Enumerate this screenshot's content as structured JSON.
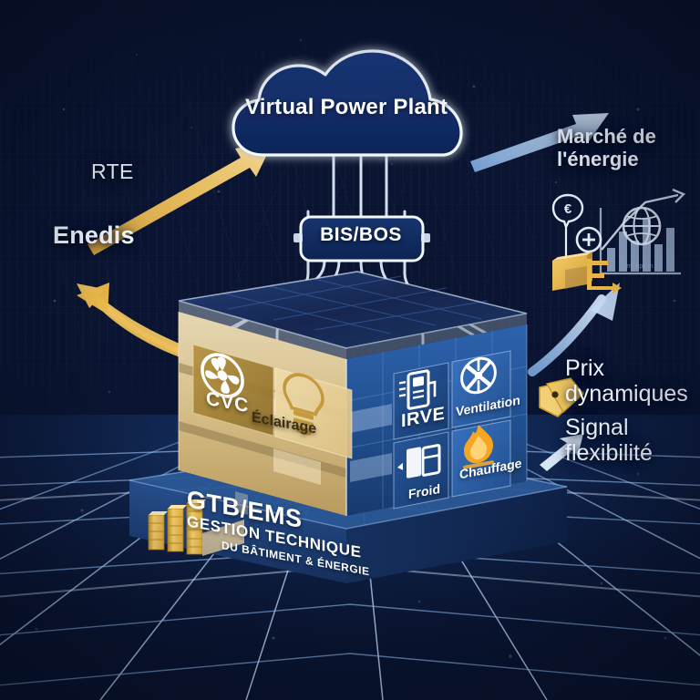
{
  "scene": {
    "title": "Virtual Power Plant",
    "bg_top": "#050c22",
    "bg_mid": "#102a5e",
    "bg_bottom": "#0e2a5c",
    "grid_line_color": "#7fb4f5",
    "gold": "#e8b martin",
    "gold_color": "#e9b84a",
    "blue_accent": "#b9d4f5"
  },
  "cloud": {
    "label": "Virtual Power\nPlant",
    "fill": "#132d68",
    "stroke": "#ffffff"
  },
  "controller": {
    "label": "BIS/BOS",
    "fill": "#0f2a63",
    "stroke": "#ffffff"
  },
  "left_labels": {
    "rte": "RTE",
    "enedis": "Enedis"
  },
  "right_labels": {
    "market": "Marché de\nl'énergie",
    "dynamic_prices": "Prix\ndynamiques",
    "flex_signal": "Signal\nflexibilité"
  },
  "building": {
    "left_face": {
      "face_color": "#c9a961",
      "tiles": [
        {
          "id": "cvc",
          "label": "CVC",
          "icon": "fan-icon"
        },
        {
          "id": "eclairage",
          "label": "Éclairage",
          "icon": "lightbulb-icon"
        }
      ]
    },
    "right_face": {
      "face_color": "#1f4f9e",
      "tiles": [
        {
          "id": "irve",
          "label": "IRVE",
          "icon": "ev-charger-icon"
        },
        {
          "id": "ventilation",
          "label": "Ventilation",
          "icon": "fan-icon"
        },
        {
          "id": "froid",
          "label": "Froid",
          "icon": "refrigeration-icon"
        },
        {
          "id": "chauffage",
          "label": "Chauffage",
          "icon": "flame-icon"
        }
      ]
    },
    "roof_color": "#13264f"
  },
  "plinth": {
    "line1": "GTB/EMS",
    "line2": "GESTION TECHNIQUE",
    "line3": "DU BÂTIMENT & ÉNERGIE",
    "color": "#1b3a73",
    "storage_icon": "gold-battery-stack-icon",
    "storage_bars": [
      3,
      4,
      5
    ]
  },
  "market_icons": {
    "euro_sign": "€",
    "plus_sign": "+",
    "globe_icon": "globe-icon",
    "chart_icon": "bar-chart-icon",
    "gold_block_icon": "gold-block-icon",
    "bars": [
      26,
      46,
      34,
      58,
      30,
      50,
      38
    ]
  },
  "arrows": [
    {
      "id": "building-to-rte",
      "color": "#e9b84a",
      "direction": "up-left",
      "name": "arrow-building-to-grid"
    },
    {
      "id": "enedis-to-cloud",
      "color": "#e9b84a",
      "direction": "up-right",
      "name": "arrow-grid-to-cloud"
    },
    {
      "id": "cloud-to-market",
      "color": "#b9d4f5",
      "direction": "up-right",
      "name": "arrow-cloud-to-market"
    },
    {
      "id": "building-to-market",
      "color": "#b9d4f5",
      "direction": "up-right",
      "name": "arrow-building-to-market"
    },
    {
      "id": "flex-signal",
      "color": "#dce9fa",
      "direction": "up-right",
      "name": "arrow-flex-signal"
    }
  ]
}
